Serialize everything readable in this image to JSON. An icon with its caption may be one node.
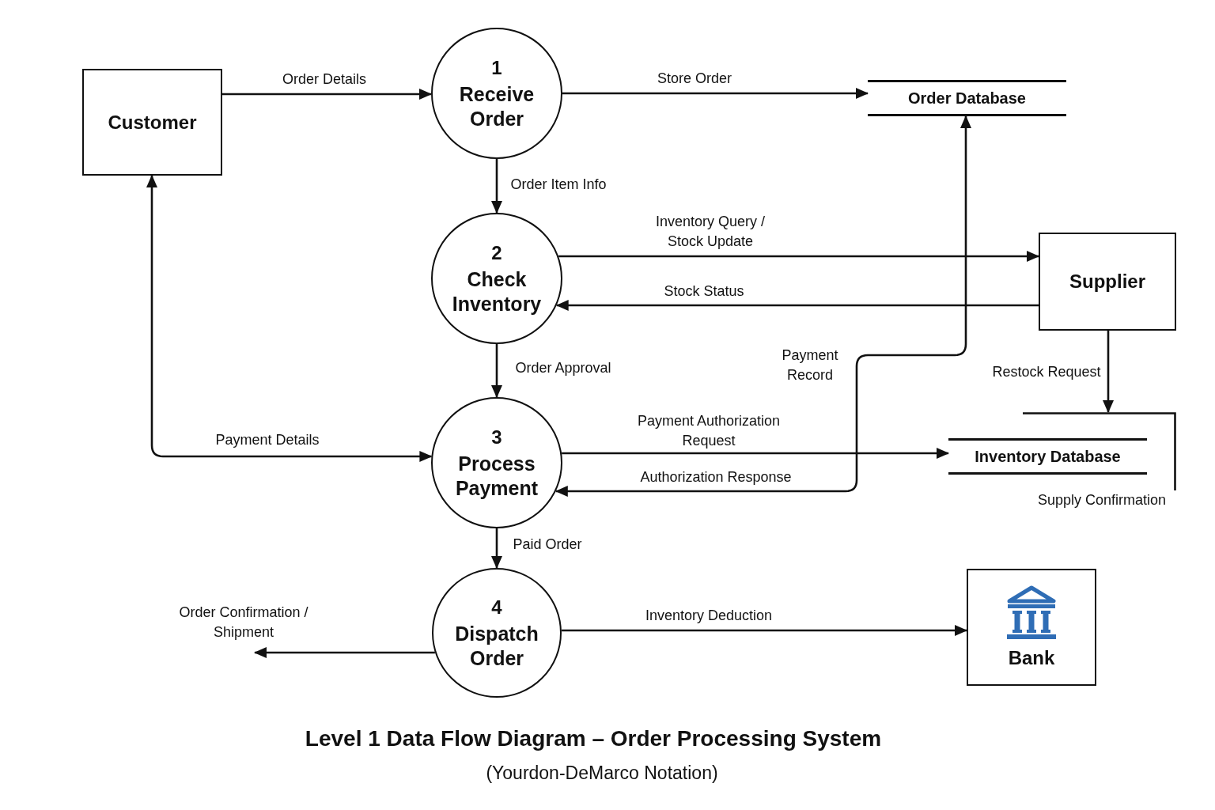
{
  "diagram": {
    "title": "Level 1 Data Flow Diagram – Order Processing System",
    "caption": "(Yourdon-DeMarco Notation)",
    "nodes": [
      {
        "text": [
          "Customer"
        ]
      },
      {
        "text": [
          "1",
          "Receive Order"
        ]
      },
      {
        "text": [
          "Order Database"
        ]
      },
      {
        "text": [
          "2",
          "Check Inventory"
        ]
      },
      {
        "text": [
          "Supplier"
        ]
      },
      {
        "text": [
          "3",
          "Process Payment"
        ]
      },
      {
        "text": [
          "Inventory Database"
        ],
        "beside": [
          "Supply Confirmation"
        ]
      },
      {
        "text": [
          "4",
          "Dispatch Order"
        ]
      },
      {
        "text": [
          "Bank"
        ]
      }
    ],
    "edges": [
      {
        "from": 0,
        "to": 1,
        "arrow": "to",
        "label": "Order Details"
      },
      {
        "from": 1,
        "to": 2,
        "arrow": "to",
        "label": "Store Order"
      },
      {
        "from": 1,
        "to": 3,
        "arrow": "to",
        "label": "Order Item Info"
      },
      {
        "from": 3,
        "to": 4,
        "arrow": "to",
        "label": "Inventory Query / Stock Update"
      },
      {
        "from": 4,
        "to": 3,
        "arrow": "to",
        "label": "Stock Status"
      },
      {
        "from": 3,
        "to": 5,
        "arrow": "to",
        "label": "Order Approval"
      },
      {
        "from": 0,
        "to": 5,
        "arrow": "both",
        "label": "Payment Details"
      },
      {
        "from": 5,
        "to": 6,
        "arrow": "to",
        "label": "Payment Authorization Request"
      },
      {
        "from": 5,
        "to": 2,
        "arrow": "both",
        "label": "Payment Record"
      },
      {
        "from": 4,
        "to": 6,
        "arrow": "to",
        "label": "Restock Request"
      },
      {
        "from": 5,
        "to": 7,
        "arrow": "to",
        "label": "Paid Order"
      },
      {
        "from": 7,
        "to": null,
        "arrow": "to",
        "label": "Order Confirmation / Shipment"
      },
      {
        "from": 7,
        "to": 8,
        "arrow": "to",
        "label": "Inventory Deduction"
      }
    ],
    "labels": [
      "Authorization Response"
    ]
  }
}
